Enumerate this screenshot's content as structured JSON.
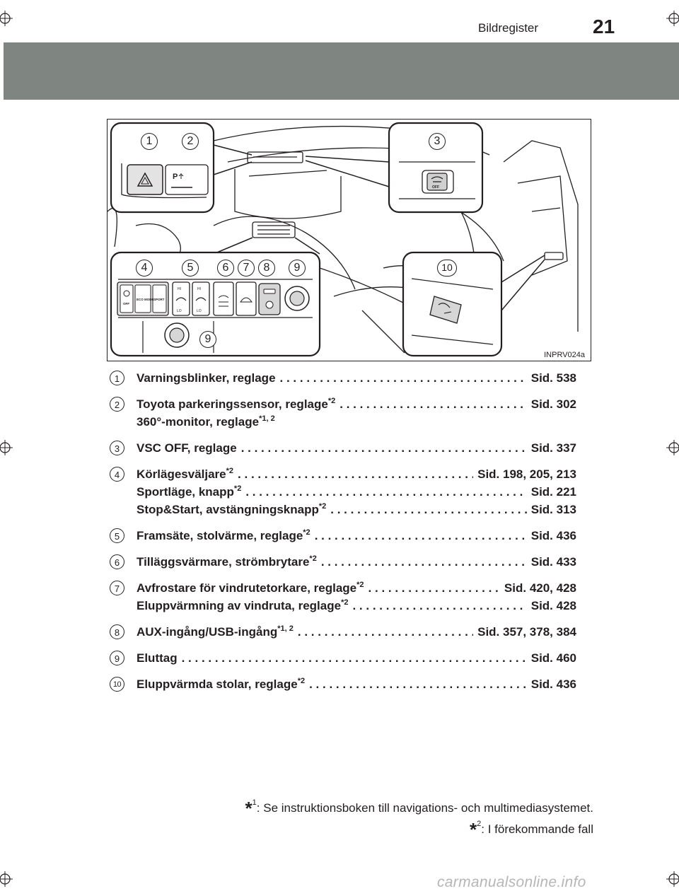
{
  "header": {
    "title": "Bildregister",
    "page_number": "21"
  },
  "figure": {
    "code": "INPRV024a",
    "callouts": [
      "1",
      "2",
      "3",
      "4",
      "5",
      "6",
      "7",
      "8",
      "9",
      "10",
      "9"
    ],
    "button_labels": {
      "off": "OFF",
      "eco_mode": "ECO MODE",
      "sport": "SPORT",
      "hi": "HI",
      "lo": "LO"
    }
  },
  "entries": [
    {
      "num": "1",
      "lines": [
        {
          "label": "Varningsblinker, reglage",
          "sup": "",
          "page": "Sid. 538"
        }
      ]
    },
    {
      "num": "2",
      "lines": [
        {
          "label": "Toyota parkeringssensor, reglage",
          "sup": "*2",
          "page": "Sid. 302"
        },
        {
          "label": "360°-monitor, reglage",
          "sup": "*1, 2",
          "page": ""
        }
      ]
    },
    {
      "num": "3",
      "lines": [
        {
          "label": "VSC OFF, reglage",
          "sup": "",
          "page": "Sid. 337"
        }
      ]
    },
    {
      "num": "4",
      "lines": [
        {
          "label": "Körlägesväljare",
          "sup": "*2",
          "page": "Sid. 198, 205, 213"
        },
        {
          "label": "Sportläge, knapp",
          "sup": "*2",
          "page": "Sid. 221"
        },
        {
          "label": "Stop&Start, avstängningsknapp",
          "sup": "*2",
          "page": "Sid. 313"
        }
      ]
    },
    {
      "num": "5",
      "lines": [
        {
          "label": "Framsäte, stolvärme, reglage",
          "sup": "*2",
          "page": "Sid. 436"
        }
      ]
    },
    {
      "num": "6",
      "lines": [
        {
          "label": "Tilläggsvärmare, strömbrytare",
          "sup": "*2",
          "page": "Sid. 433"
        }
      ]
    },
    {
      "num": "7",
      "lines": [
        {
          "label": "Avfrostare för vindrutetorkare, reglage",
          "sup": "*2",
          "page": "Sid. 420, 428"
        },
        {
          "label": "Eluppvärmning av vindruta, reglage",
          "sup": "*2",
          "page": "Sid. 428"
        }
      ]
    },
    {
      "num": "8",
      "lines": [
        {
          "label": "AUX-ingång/USB-ingång",
          "sup": "*1, 2",
          "page": "Sid. 357, 378, 384"
        }
      ]
    },
    {
      "num": "9",
      "lines": [
        {
          "label": "Eluttag",
          "sup": "",
          "page": "Sid. 460"
        }
      ]
    },
    {
      "num": "10",
      "lines": [
        {
          "label": "Eluppvärmda stolar, reglage",
          "sup": "*2",
          "page": "Sid. 436"
        }
      ]
    }
  ],
  "footnotes": [
    {
      "mark": "*",
      "sup": "1",
      "text": ": Se instruktionsboken till navigations- och multimediasystemet."
    },
    {
      "mark": "*",
      "sup": "2",
      "text": ": I förekommande fall"
    }
  ],
  "watermark": "carmanualsonline.info"
}
